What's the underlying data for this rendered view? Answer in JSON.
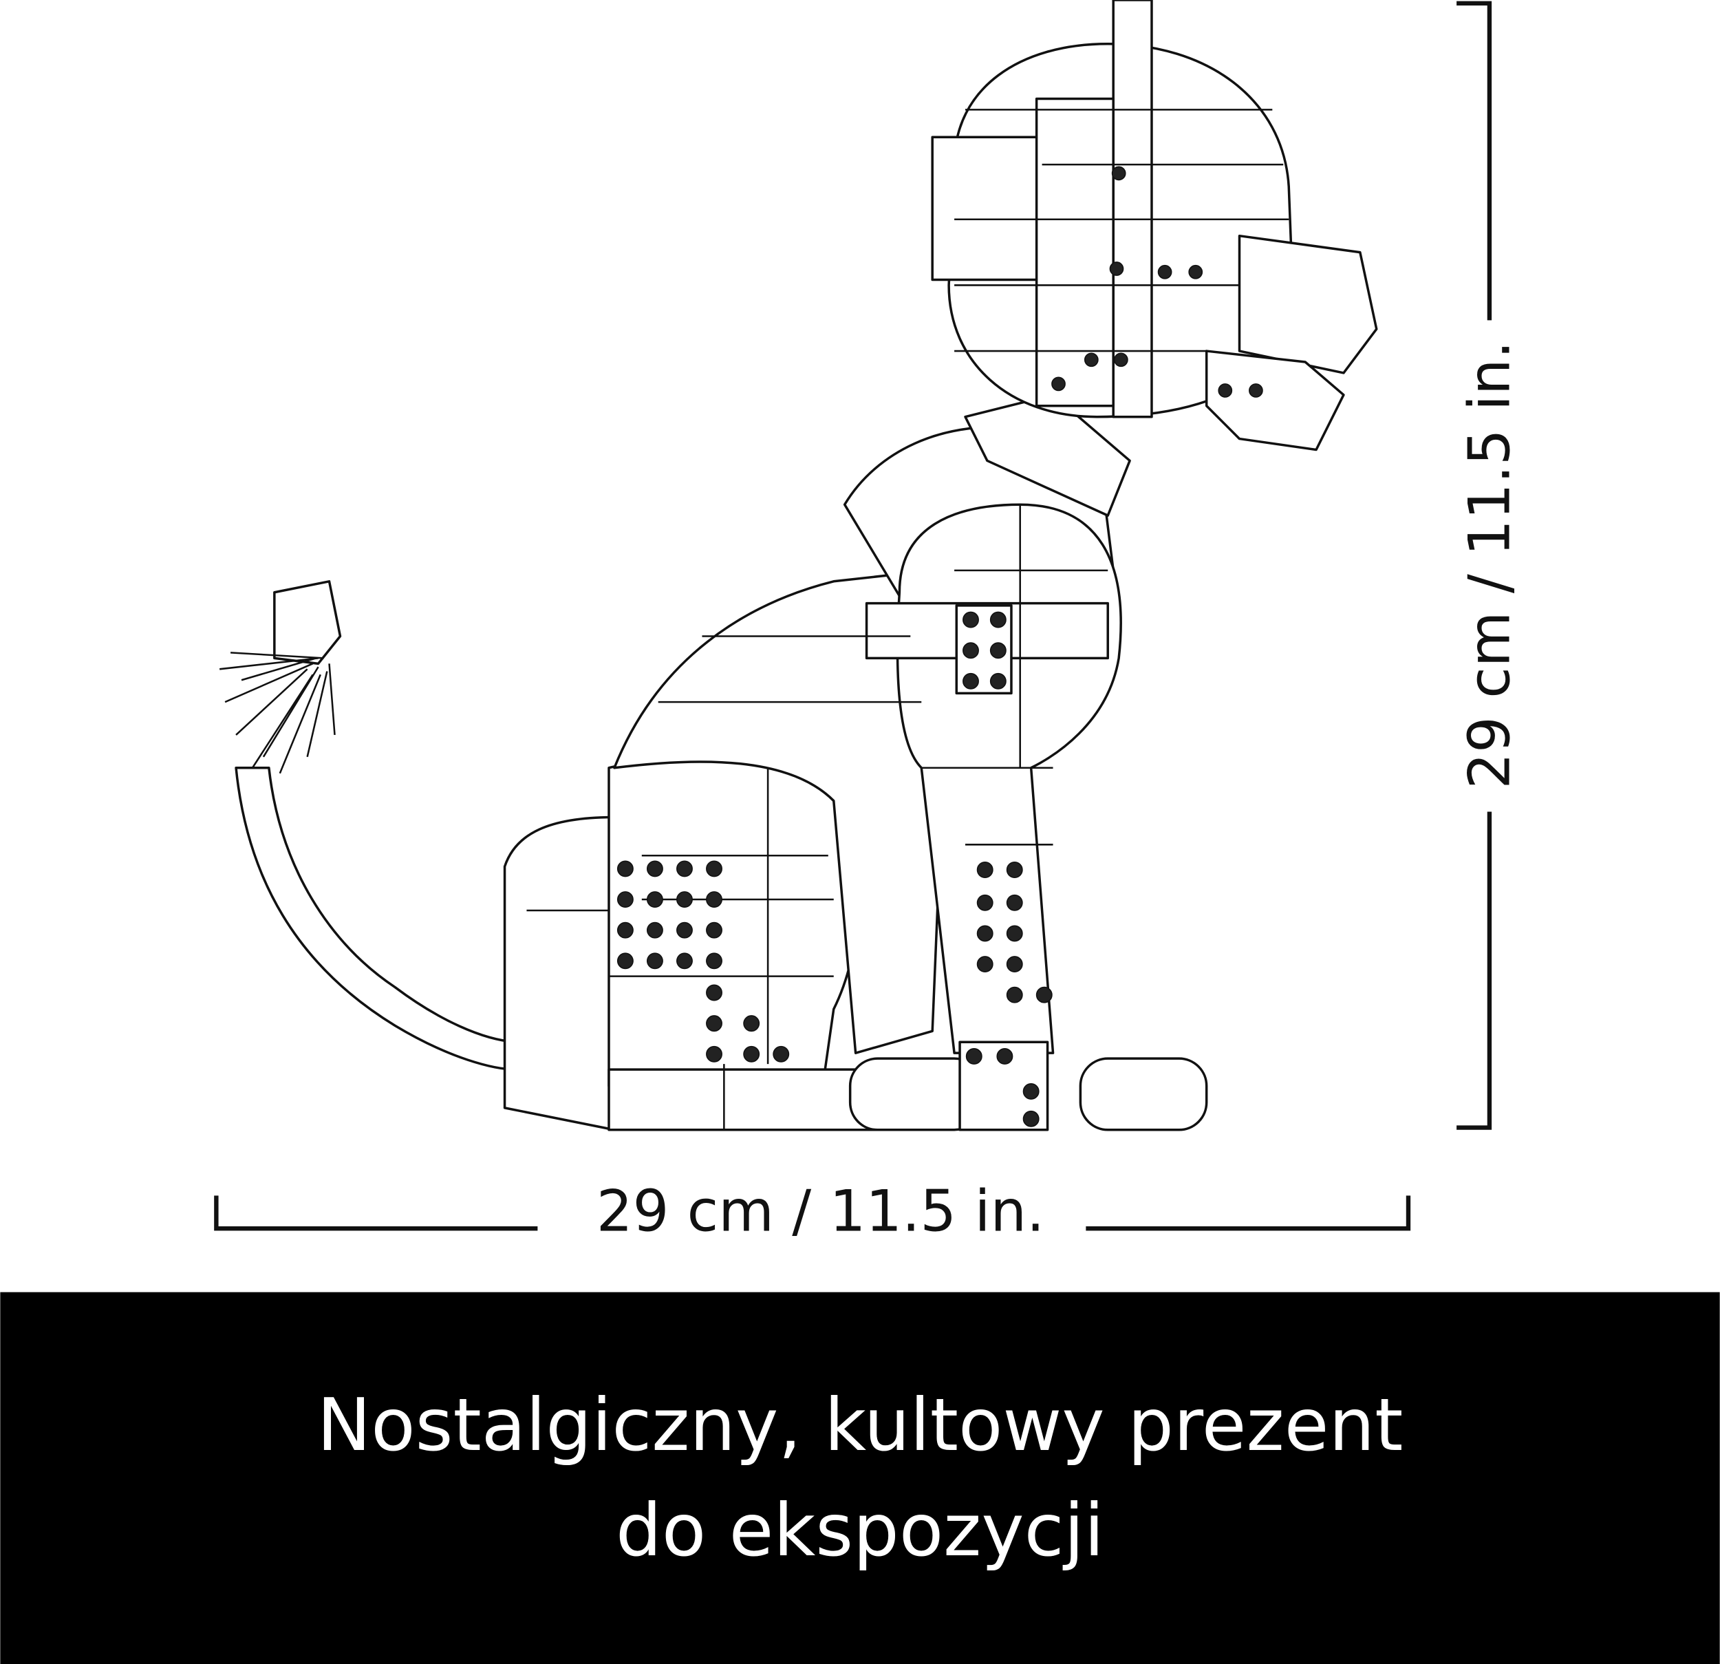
{
  "dimensions": {
    "width_label": "29 cm / 11.5 in.",
    "height_label": "29 cm / 11.5 in."
  },
  "caption": {
    "line1": "Nostalgiczny, kultowy prezent",
    "line2": "do ekspozycji"
  },
  "colors": {
    "band": "#000000",
    "ink": "#111111"
  }
}
